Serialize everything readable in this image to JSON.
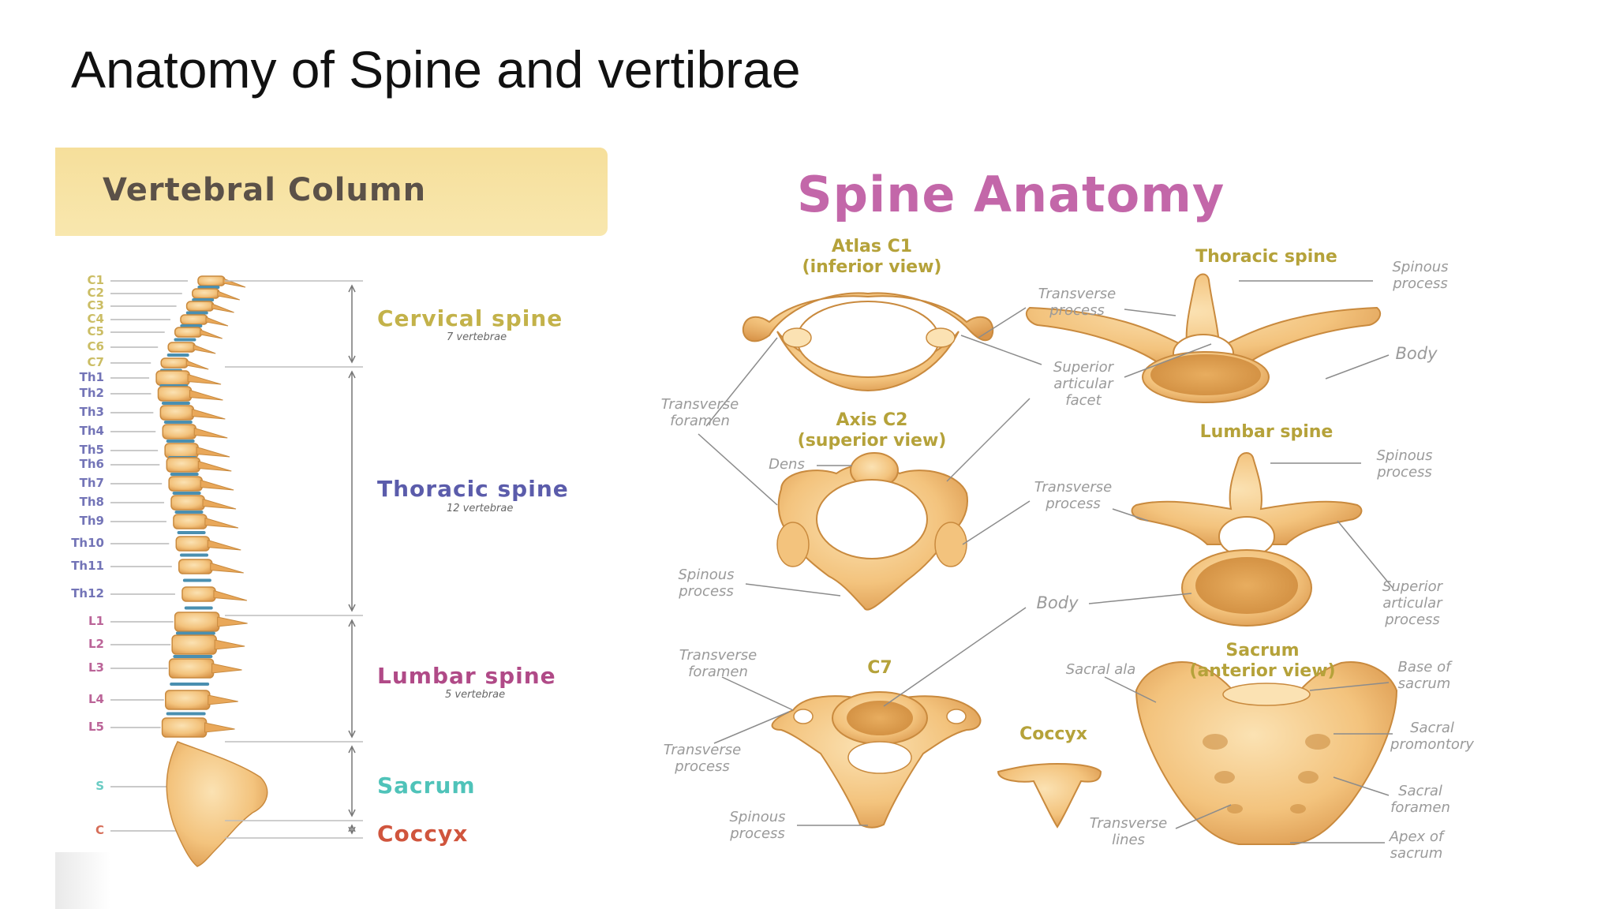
{
  "slide_title": "Anatomy of Spine and vertibrae",
  "left_panel": {
    "title": "Vertebral Column",
    "vertebrae_labels": [
      "C1",
      "C2",
      "C3",
      "C4",
      "C5",
      "C6",
      "C7",
      "Th1",
      "Th2",
      "Th3",
      "Th4",
      "Th5",
      "Th6",
      "Th7",
      "Th8",
      "Th9",
      "Th10",
      "Th11",
      "Th12",
      "L1",
      "L2",
      "L3",
      "L4",
      "L5",
      "S",
      "C"
    ],
    "regions": [
      {
        "name": "Cervical spine",
        "subtitle": "7 vertebrae",
        "color": "#c3b24a"
      },
      {
        "name": "Thoracic spine",
        "subtitle": "12 vertebrae",
        "color": "#5b5cab"
      },
      {
        "name": "Lumbar spine",
        "subtitle": "5 vertebrae",
        "color": "#b04a87"
      },
      {
        "name": "Sacrum",
        "subtitle": "",
        "color": "#4fc3b9"
      },
      {
        "name": "Coccyx",
        "subtitle": "",
        "color": "#d0553d"
      }
    ]
  },
  "right_panel": {
    "title": "Spine Anatomy",
    "parts": {
      "atlas": "Atlas C1\n(inferior view)",
      "thoracic": "Thoracic spine",
      "axis": "Axis C2\n(superior view)",
      "lumbar": "Lumbar spine",
      "c7": "C7",
      "coccyx": "Coccyx",
      "sacrum": "Sacrum\n(anterior view)"
    },
    "annotations": {
      "transverse_process_1": "Transverse\nprocess",
      "spinous_process_1": "Spinous\nprocess",
      "body_1": "Body",
      "superior_articular_facet": "Superior\narticular\nfacet",
      "transverse_foramen_1": "Transverse\nforamen",
      "dens": "Dens",
      "spinous_process_2": "Spinous\nprocess",
      "transverse_process_2": "Transverse\nprocess",
      "body_2": "Body",
      "spinous_process_3": "Spinous\nprocess",
      "superior_articular_process": "Superior\narticular\nprocess",
      "transverse_foramen_2": "Transverse\nforamen",
      "transverse_process_3": "Transverse\nprocess",
      "spinous_process_4": "Spinous\nprocess",
      "sacral_ala": "Sacral ala",
      "base_of_sacrum": "Base of\nsacrum",
      "sacral_promontory": "Sacral\npromontory",
      "sacral_foramen": "Sacral\nforamen",
      "transverse_lines": "Transverse\nlines",
      "apex_of_sacrum": "Apex of\nsacrum"
    }
  },
  "colors": {
    "bone": "#f3c37d",
    "bone_dark": "#c98a3e",
    "disc": "#4a8fb0",
    "title_pink": "#c367a9",
    "part_title": "#b5a23a"
  }
}
